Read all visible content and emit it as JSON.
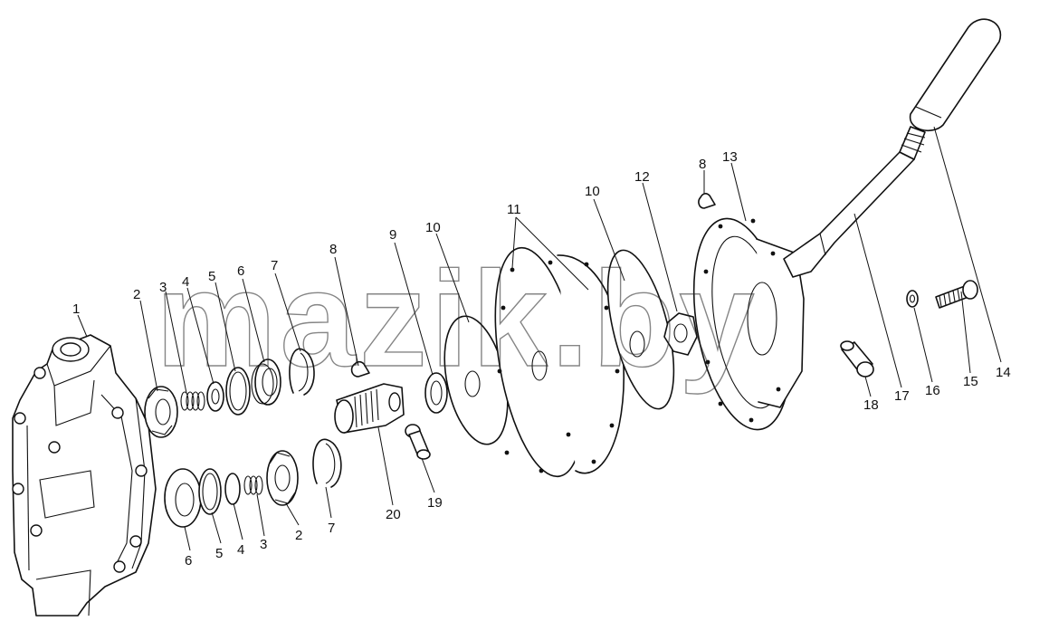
{
  "watermark": "mazik.by",
  "callouts": [
    "1",
    "2",
    "3",
    "4",
    "5",
    "6",
    "7",
    "8",
    "9",
    "10",
    "11",
    "12",
    "13",
    "14",
    "15",
    "16",
    "17",
    "18",
    "19",
    "20"
  ]
}
